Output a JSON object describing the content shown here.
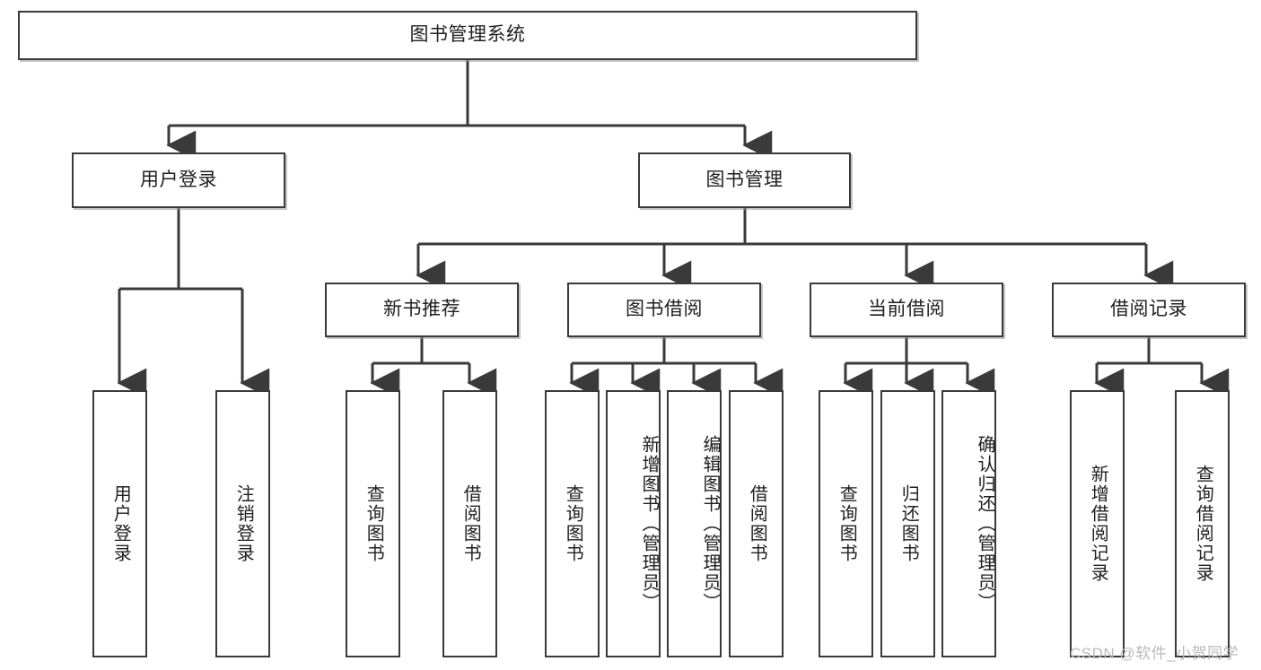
{
  "diagram": {
    "type": "hierarchy-tree",
    "title": "图书管理系统",
    "watermark": "CSDN @软件_小贺同学",
    "colors": {
      "stroke": "#3a3a3a",
      "fill": "#ffffff",
      "text": "#202020",
      "watermark": "#b9b9b9"
    },
    "levels": {
      "root": {
        "label": "图书管理系统"
      },
      "level2": [
        {
          "label": "用户登录"
        },
        {
          "label": "图书管理"
        }
      ],
      "level3": [
        {
          "label": "新书推荐"
        },
        {
          "label": "图书借阅"
        },
        {
          "label": "当前借阅"
        },
        {
          "label": "借阅记录"
        }
      ],
      "leaves": {
        "user_login": [
          {
            "label": "用户登录"
          },
          {
            "label": "注销登录"
          }
        ],
        "new_book": [
          {
            "label": "查询图书"
          },
          {
            "label": "借阅图书"
          }
        ],
        "borrow_book": [
          {
            "label": "查询图书"
          },
          {
            "label": "新增图书（管理员）"
          },
          {
            "label": "编辑图书（管理员）"
          },
          {
            "label": "借阅图书"
          }
        ],
        "current_borrow": [
          {
            "label": "查询图书"
          },
          {
            "label": "归还图书"
          },
          {
            "label": "确认归还（管理员）"
          }
        ],
        "borrow_record": [
          {
            "label": "新增借阅记录"
          },
          {
            "label": "查询借阅记录"
          }
        ]
      }
    }
  }
}
